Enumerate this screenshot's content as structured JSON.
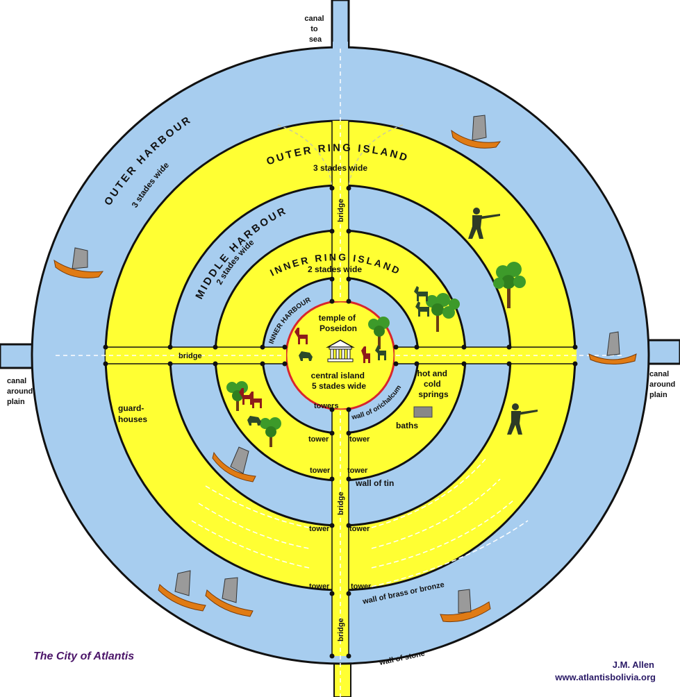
{
  "colors": {
    "water": "#a7cdef",
    "land": "#ffff33",
    "wall": "#111111",
    "orichalcum": "#d8262c",
    "title": "#4b1569",
    "credit": "#2a1a66",
    "vessel": "#e07b14",
    "sail": "#9a9a9a",
    "tree": "#3d9a2a",
    "animal": "#8e1b1b"
  },
  "labels": {
    "canal_to_sea": [
      "canal",
      "to",
      "sea"
    ],
    "canal_left": [
      "canal",
      "around",
      "plain"
    ],
    "canal_right": [
      "canal",
      "around",
      "plain"
    ],
    "outer_harbour": "OUTER HARBOUR",
    "outer_harbour_width": "3 stades wide",
    "outer_ring_island": "OUTER RING ISLAND",
    "outer_ring_width": "3 stades wide",
    "middle_harbour": "MIDDLE HARBOUR",
    "middle_harbour_width": "2 stades wide",
    "inner_ring_island": "INNER RING ISLAND",
    "inner_ring_width": "2 stades wide",
    "inner_harbour": "INNER HARBOUR",
    "temple": [
      "temple of",
      "Poseidon"
    ],
    "central_island": [
      "central island",
      "5 stades wide"
    ],
    "hot_springs": [
      "hot and",
      "cold",
      "springs"
    ],
    "guard_houses": [
      "guard-",
      "houses"
    ],
    "baths": "baths",
    "towers": "towers",
    "tower": "tower",
    "wall_orichalcum": "wall of orichalcum",
    "wall_tin": "wall of tin",
    "wall_brass": "wall of brass or bronze",
    "wall_stone": "wall of stone",
    "bridge": "bridge"
  },
  "title": "The City of Atlantis",
  "credit": {
    "author": "J.M. Allen",
    "website": "www.atlantisbolivia.org"
  }
}
